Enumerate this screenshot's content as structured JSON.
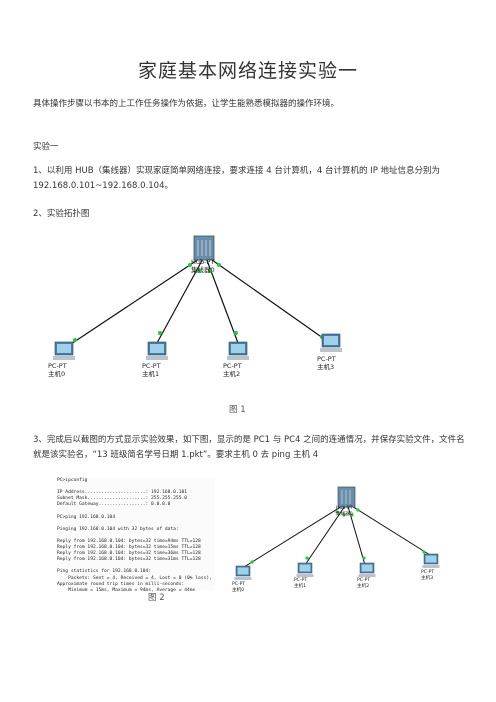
{
  "title": "家庭基本网络连接实验一",
  "intro": "具体操作步骤以书本的上工作任务操作为依据，让学生能熟悉模拟器的操作环境。",
  "section": "实验一",
  "para1": "1、以利用 HUB（集线器）实现家庭简单网络连接，要求连接 4 台计算机，4 台计算机的 IP 地址信息分别为 192.168.0.101~192.168.0.104。",
  "para2": "2、实验拓扑图",
  "para3": "3、完成后以截图的方式显示实验效果，如下图，显示的是 PC1 与 PC4 之间的连通情况，并保存实验文件，文件名就是该实验名，“13 班级简名学号日期 1.pkt”。要求主机 0 去 ping 主机 4",
  "fig1": {
    "caption": "图 1",
    "hub": {
      "type": "Hub-PT",
      "name": "集线器0"
    },
    "pcs": [
      {
        "type": "PC-PT",
        "name": "主机0"
      },
      {
        "type": "PC-PT",
        "name": "主机1"
      },
      {
        "type": "PC-PT",
        "name": "主机2"
      },
      {
        "type": "PC-PT",
        "name": "主机3"
      }
    ]
  },
  "fig2": {
    "caption": "图 2",
    "terminal": [
      "PC>ipconfig",
      "",
      "IP Address......................: 192.168.0.101",
      "Subnet Mask.....................: 255.255.255.0",
      "Default Gateway.................: 0.0.0.0",
      "",
      "PC>ping 192.168.0.104",
      "",
      "Pinging 192.168.0.104 with 32 bytes of data:",
      "",
      "Reply from 192.168.0.104: bytes=32 time=94ms TTL=128",
      "Reply from 192.168.0.104: bytes=32 time=15ms TTL=128",
      "Reply from 192.168.0.104: bytes=32 time=36ms TTL=128",
      "Reply from 192.168.0.104: bytes=32 time=31ms TTL=128",
      "",
      "Ping statistics for 192.168.0.104:",
      "    Packets: Sent = 4, Received = 4, Lost = 0 (0% loss),",
      "Approximate round trip times in milli-seconds:",
      "    Minimum = 15ms, Maximum = 94ms, Average = 44ms"
    ],
    "hub": {
      "type": "Hub-PT",
      "name": "集线器0"
    },
    "pcs": [
      {
        "type": "PC-PT",
        "name": "主机0"
      },
      {
        "type": "PC-PT",
        "name": "主机1"
      },
      {
        "type": "PC-PT",
        "name": "主机2"
      },
      {
        "type": "PC-PT",
        "name": "主机3"
      }
    ]
  }
}
